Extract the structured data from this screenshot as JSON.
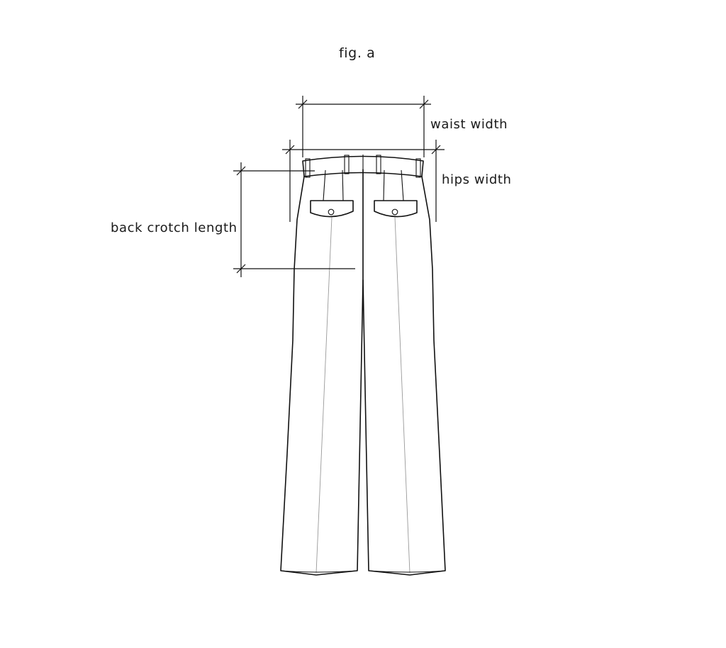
{
  "figure": {
    "title": "fig. a"
  },
  "measurements": {
    "waist_width": "waist width",
    "hips_width": "hips width",
    "back_crotch_length": "back crotch length"
  }
}
